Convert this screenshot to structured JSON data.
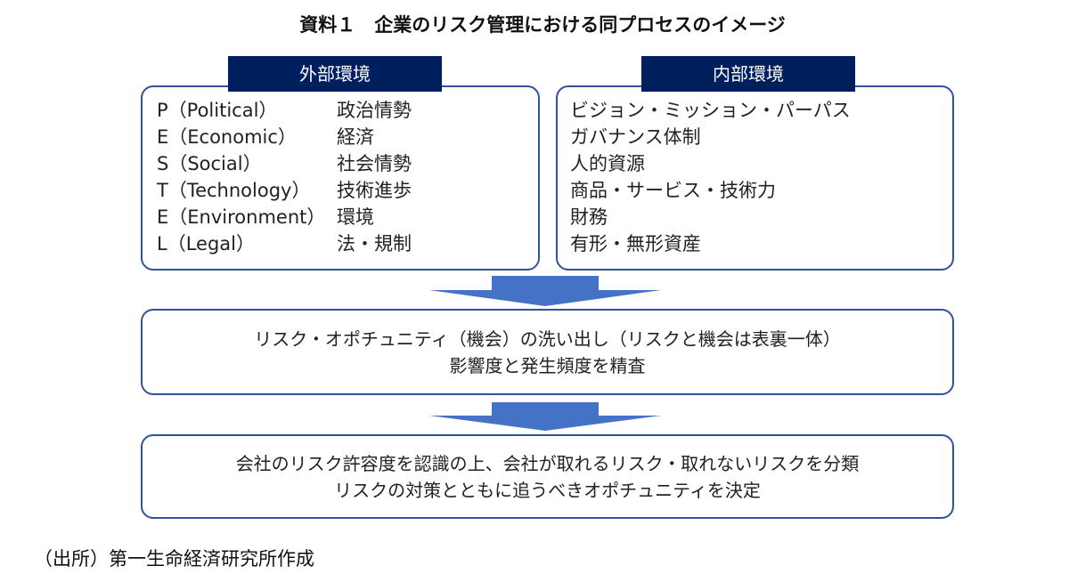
{
  "title": "資料１　企業のリスク管理における同プロセスのイメージ",
  "external": {
    "header": "外部環境",
    "items": [
      {
        "key": "P（Political）",
        "value": "政治情勢"
      },
      {
        "key": "E（Economic）",
        "value": "経済"
      },
      {
        "key": "S（Social）",
        "value": "社会情勢"
      },
      {
        "key": "T（Technology）",
        "value": "技術進歩"
      },
      {
        "key": "E（Environment）",
        "value": "環境"
      },
      {
        "key": "L（Legal）",
        "value": "法・規制"
      }
    ]
  },
  "internal": {
    "header": "内部環境",
    "items": [
      "ビジョン・ミッション・パーパス",
      "ガバナンス体制",
      "人的資源",
      "商品・サービス・技術力",
      "財務",
      "有形・無形資産"
    ]
  },
  "step1": {
    "lines": [
      "リスク・オポチュニティ（機会）の洗い出し（リスクと機会は表裏一体）",
      "影響度と発生頻度を精査"
    ]
  },
  "step2": {
    "lines": [
      "会社のリスク許容度を認識の上、会社が取れるリスク・取れないリスクを分類",
      "リスクの対策とともに追うべきオポチュニティを決定"
    ]
  },
  "source": "（出所）第一生命経済研究所作成",
  "colors": {
    "header": "#001f5f",
    "border": "#2f5597",
    "arrow": "#4472c4"
  }
}
